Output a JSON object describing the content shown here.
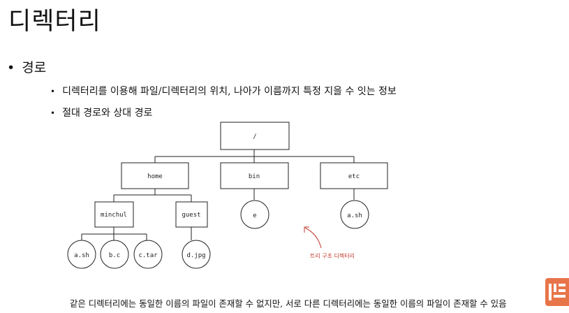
{
  "slide": {
    "title": "디렉터리",
    "bullet": "경로",
    "sub_bullets": [
      "디렉터리를 이용해 파일/디렉터리의 위치, 나아가 이름까지 특정 지을 수 잇는 정보",
      "절대 경로와 상대 경로"
    ],
    "bottom_text": "같은 디렉터리에는 동일한 이름의 파일이 존재할 수 없지만, 서로 다른 디렉터리에는 동일한 이름의 파일이 존재할 수 있음"
  },
  "tree": {
    "root": "/",
    "level1": [
      "home",
      "bin",
      "etc"
    ],
    "home_children": [
      "minchul",
      "guest"
    ],
    "bin_children": [
      "e"
    ],
    "etc_children": [
      "a.sh"
    ],
    "minchul_children": [
      "a.sh",
      "b.c",
      "c.tar"
    ],
    "guest_children": [
      "d.jpg"
    ],
    "annotation": "트리 구조 디렉터리"
  },
  "colors": {
    "annotation": "#c0392b",
    "logo": "#e8744a"
  },
  "logo_icon": "brand-logo-icon"
}
